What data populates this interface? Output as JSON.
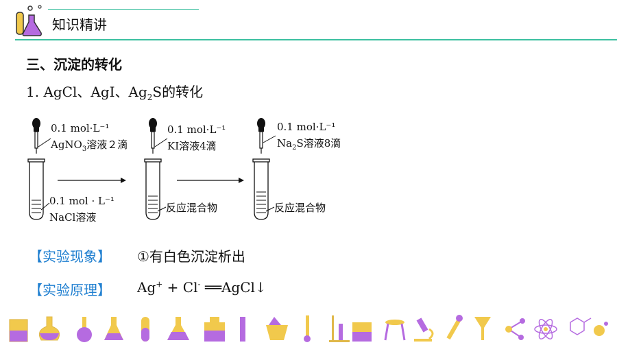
{
  "header": {
    "title": "知识精讲"
  },
  "section": {
    "title": "三、沉淀的转化"
  },
  "subtitle": {
    "prefix": "1. AgCl、AgI、Ag",
    "sub": "2",
    "suffix": "S的转化"
  },
  "diagram": {
    "step1": {
      "conc": "0.1 mol·L⁻¹",
      "reagent_a": "AgNO",
      "reagent_sub": "3",
      "reagent_b": "溶液２滴"
    },
    "step2": {
      "conc": "0.1 mol·L⁻¹",
      "reagent": "KI溶液4滴"
    },
    "step3": {
      "conc": "0.1 mol·L⁻¹",
      "reagent_a": "Na",
      "reagent_sub": "2",
      "reagent_b": "S溶液8滴"
    },
    "tube1": {
      "conc": "0.1 mol · L⁻¹",
      "name": "NaCl溶液"
    },
    "tube2": {
      "name": "反应混合物"
    },
    "tube3": {
      "name": "反应混合物"
    }
  },
  "rows": [
    {
      "label": "【实验现象】",
      "value": "①有白色沉淀析出"
    },
    {
      "label": "【实验原理】",
      "ag": "Ag",
      "plus_sup": "+",
      "mid": " + Cl",
      "minus_sup": "-",
      "rest": " ══AgCl↓"
    }
  ],
  "colors": {
    "accent_green": "#3cc0a0",
    "label_blue": "#1f7fd0",
    "flask_purple": "#b56be0",
    "flask_yellow": "#f1c94c"
  },
  "icons": [
    "lab-flask-icon",
    "beaker-icon",
    "round-flask-icon",
    "test-tube-icon",
    "conical-flask-icon",
    "microscope-icon",
    "molecule-icon",
    "atom-icon",
    "funnel-icon",
    "dropper-icon"
  ]
}
